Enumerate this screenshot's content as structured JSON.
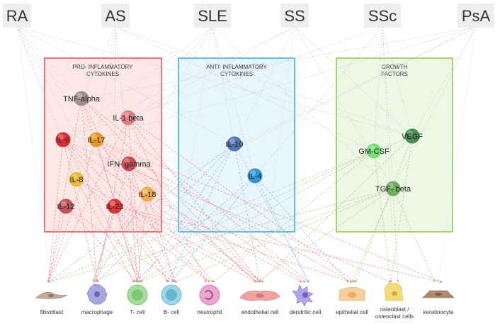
{
  "diseases": [
    "RA",
    "AS",
    "SLE",
    "SS",
    "SSc",
    "PsA"
  ],
  "groups": {
    "pro": {
      "title1": "PRO- INFLAMMATORY",
      "title2": "CYTOKINES",
      "border": "#e2474b",
      "fill": "#fde8e8"
    },
    "anti": {
      "title1": "ANTI- INFLAMMATORY",
      "title2": "CYTOKINES",
      "border": "#29a8e0",
      "fill": "#e9f5fc"
    },
    "growth": {
      "title1": "GROWTH",
      "title2": "FACTORS",
      "border": "#8cc63f",
      "fill": "#eef6e6"
    }
  },
  "cytokines": [
    {
      "label": "TNF-alpha",
      "group": "pro",
      "color": "#9e8c86"
    },
    {
      "label": "IL-1 beta",
      "group": "pro",
      "color": "#e0777e"
    },
    {
      "label": "IL-6",
      "group": "pro",
      "color": "#d9262c"
    },
    {
      "label": "IL-17",
      "group": "pro",
      "color": "#e6941f"
    },
    {
      "label": "IFN- gamma",
      "group": "pro",
      "color": "#c9454c"
    },
    {
      "label": "IL-8",
      "group": "pro",
      "color": "#e8b72e"
    },
    {
      "label": "IL-18",
      "group": "pro",
      "color": "#eba64a"
    },
    {
      "label": "IL-12",
      "group": "pro",
      "color": "#c24b50"
    },
    {
      "label": "IL-23",
      "group": "pro",
      "color": "#dd2b30"
    },
    {
      "label": "IL-10",
      "group": "anti",
      "color": "#4a6fb3"
    },
    {
      "label": "IL-4",
      "group": "anti",
      "color": "#2b92d6"
    },
    {
      "label": "VEGF",
      "group": "growth",
      "color": "#3f8a4a"
    },
    {
      "label": "GM-CSF",
      "group": "growth",
      "color": "#6fe06a"
    },
    {
      "label": "TGF- beta",
      "group": "growth",
      "color": "#6aaa5c"
    }
  ],
  "cells": [
    {
      "label1": "fibroblast",
      "label2": "",
      "icon": "fibroblast-icon",
      "color": "#c4a99a"
    },
    {
      "label1": "macrophage",
      "label2": "",
      "icon": "macrophage-icon",
      "color": "#a9a6e0"
    },
    {
      "label1": "T- cell",
      "label2": "",
      "icon": "t-cell-icon",
      "color": "#a8dca0"
    },
    {
      "label1": "B- cell",
      "label2": "",
      "icon": "b-cell-icon",
      "color": "#9ed4e4"
    },
    {
      "label1": "neutrophil",
      "label2": "",
      "icon": "neutrophil-icon",
      "color": "#e9a8d0"
    },
    {
      "label1": "endothelial cell",
      "label2": "",
      "icon": "endothelial-cell-icon",
      "color": "#f0a3a3"
    },
    {
      "label1": "dendritic cell",
      "label2": "",
      "icon": "dendritic-cell-icon",
      "color": "#b2a3e6"
    },
    {
      "label1": "epithelial cell",
      "label2": "",
      "icon": "epithelial-cell-icon",
      "color": "#f6cf9e"
    },
    {
      "label1": "osteoblast /",
      "label2": "osteoclast cells",
      "icon": "osteoblast-icon",
      "color": "#f3dc72"
    },
    {
      "label1": "keratinocyte",
      "label2": "",
      "icon": "keratinocyte-icon",
      "color": "#b08a6c"
    }
  ]
}
